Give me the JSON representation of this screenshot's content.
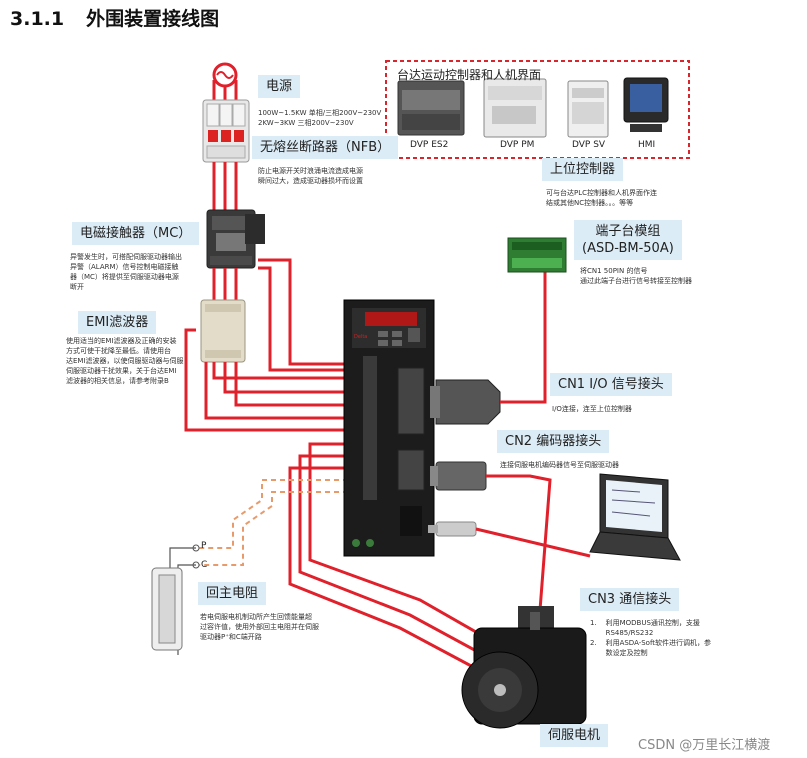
{
  "title": {
    "number": "3.1.1",
    "text": "外围装置接线图"
  },
  "panel": {
    "title": "台达运动控制器和人机界面",
    "devices": [
      "DVP ES2",
      "DVP PM",
      "DVP SV",
      "HMI"
    ]
  },
  "labels": {
    "power": "电源",
    "nfb": "无熔丝断路器（NFB）",
    "mc": "电磁接触器（MC）",
    "emi": "EMI滤波器",
    "upper_controller": "上位控制器",
    "terminal_module": "端子台模组\n(ASD-BM-50A)",
    "cn1": "CN1 I/O 信号接头",
    "cn2": "CN2 编码器接头",
    "cn3": "CN3 通信接头",
    "regen": "回主电阻",
    "motor": "伺服电机"
  },
  "descriptions": {
    "power": "100W~1.5KW 单相/三相200V~230V\n2KW~3KW 三相200V~230V",
    "nfb": "防止电源开关时浪涌电流造成电源\n瞬间过大，造成驱动器损坏而设置",
    "mc": "异警发生时，可搭配伺服驱动器输出\n异警（ALARM）信号控制电磁接触\n器（MC）将提供至伺服驱动器电源\n断开",
    "emi": "使用适当的EMI滤波器及正确的安装\n方式可使干扰降至最低。请使用台\n达EMI滤波器，以使伺服驱动器与伺服\n伺服驱动器干扰效果，关于台达EMI\n滤波器的相关信息，请参考附录B",
    "upper_controller": "可与台达PLC控制器和人机界面作连\n结或其他NC控制器。。。等等",
    "terminal_module": "将CN1 50PIN 的信号\n通过此端子台进行信号转接至控制器",
    "cn1": "I/O连接，连至上位控制器",
    "cn2": "连接伺服电机编码器信号至伺服驱动器",
    "cn3": "1.    利用MODBUS通讯控制，支援\n       RS485/RS232\n2.    利用ASDA-Soft软件进行调机，参\n       数设定及控制",
    "regen": "若电伺服电机制动所产生回馈能量超\n过容许值，使用外部回主电阻并在伺服\n驱动器P⁺和C端开路"
  },
  "terminals": {
    "p": "P",
    "c": "C"
  },
  "watermark": "CSDN @万里长江横渡",
  "colors": {
    "wire": "#e0202a",
    "dashed_wire": "#e89a6a",
    "label_bg": "#dcecf6",
    "panel_border": "#d8262c"
  }
}
